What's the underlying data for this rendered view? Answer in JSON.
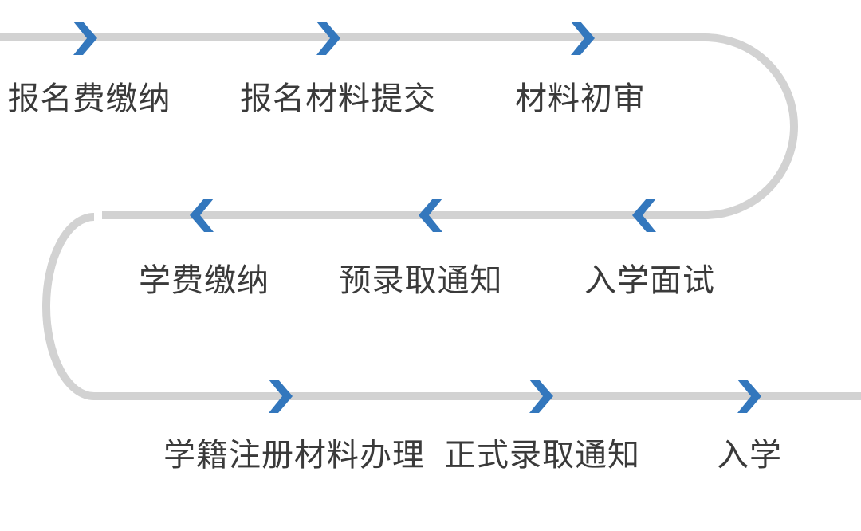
{
  "diagram": {
    "type": "admission-process-flow",
    "colors": {
      "track": "#d2d2d2",
      "arrow": "#3377bd",
      "text": "#3a3a3a",
      "background": "#ffffff"
    },
    "flow": {
      "steps": [
        {
          "order": 1,
          "label": "报名费缴纳",
          "row": 1,
          "direction": "right"
        },
        {
          "order": 2,
          "label": "报名材料提交",
          "row": 1,
          "direction": "right"
        },
        {
          "order": 3,
          "label": "材料初审",
          "row": 1,
          "direction": "right"
        },
        {
          "order": 4,
          "label": "入学面试",
          "row": 2,
          "direction": "left"
        },
        {
          "order": 5,
          "label": "预录取通知",
          "row": 2,
          "direction": "left"
        },
        {
          "order": 6,
          "label": "学费缴纳",
          "row": 2,
          "direction": "left"
        },
        {
          "order": 7,
          "label": "学籍注册材料办理",
          "row": 3,
          "direction": "right"
        },
        {
          "order": 8,
          "label": "正式录取通知",
          "row": 3,
          "direction": "right"
        },
        {
          "order": 9,
          "label": "入学",
          "row": 3,
          "direction": "right"
        }
      ]
    }
  }
}
